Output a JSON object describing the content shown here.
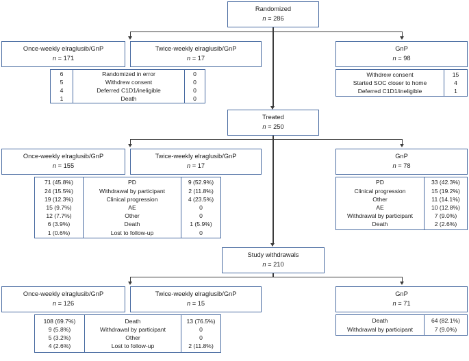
{
  "diagram": {
    "title": "CONSORT participant flow diagram",
    "accent_color": "#45689f",
    "connector_color": "#3b3b3b",
    "background": "#ffffff"
  },
  "nodes": {
    "randomized": {
      "label": "Randomized",
      "n": "n = 286"
    },
    "treated": {
      "label": "Treated",
      "n": "n = 250"
    },
    "withdrawals": {
      "label": "Study withdrawals",
      "n": "n = 210"
    },
    "row1": {
      "once_weekly": {
        "label": "Once-weekly elraglusib/GnP",
        "n": "n = 171"
      },
      "twice_weekly": {
        "label": "Twice-weekly elraglusib/GnP",
        "n": "n = 17"
      },
      "gnp": {
        "label": "GnP",
        "n": "n = 98"
      }
    },
    "row2": {
      "once_weekly": {
        "label": "Once-weekly elraglusib/GnP",
        "n": "n = 155"
      },
      "twice_weekly": {
        "label": "Twice-weekly elraglusib/GnP",
        "n": "n = 17"
      },
      "gnp": {
        "label": "GnP",
        "n": "n = 78"
      }
    },
    "row3": {
      "once_weekly": {
        "label": "Once-weekly elraglusib/GnP",
        "n": "n = 126"
      },
      "twice_weekly": {
        "label": "Twice-weekly elraglusib/GnP",
        "n": "n = 15"
      },
      "gnp": {
        "label": "GnP",
        "n": "n = 71"
      }
    }
  },
  "tables": {
    "row1_elraglusib": {
      "left_values": [
        "6",
        "5",
        "4",
        "1"
      ],
      "reasons": [
        "Randomized in error",
        "Withdrew consent",
        "Deferred C1D1/ineligible",
        "Death"
      ],
      "right_values": [
        "0",
        "0",
        "0",
        "0"
      ]
    },
    "row1_gnp": {
      "reasons": [
        "Withdrew consent",
        "Started SOC closer to home",
        "Deferred C1D1/ineligible"
      ],
      "values": [
        "15",
        "4",
        "1"
      ]
    },
    "row2_elraglusib": {
      "left_values": [
        "71 (45.8%)",
        "24 (15.5%)",
        "19 (12.3%)",
        "15 (9.7%)",
        "12 (7.7%)",
        "6 (3.9%)",
        "1 (0.6%)"
      ],
      "reasons": [
        "PD",
        "Withdrawal by participant",
        "Clinical progression",
        "AE",
        "Other",
        "Death",
        "Lost to follow-up"
      ],
      "right_values": [
        "9 (52.9%)",
        "2 (11.8%)",
        "4 (23.5%)",
        "0",
        "0",
        "1 (5.9%)",
        "0"
      ]
    },
    "row2_gnp": {
      "reasons": [
        "PD",
        "Clinical progression",
        "Other",
        "AE",
        "Withdrawal by participant",
        "Death"
      ],
      "values": [
        "33 (42.3%)",
        "15 (19.2%)",
        "11 (14.1%)",
        "10 (12.8%)",
        "7 (9.0%)",
        "2 (2.6%)"
      ]
    },
    "row3_elraglusib": {
      "left_values": [
        "108 (69.7%)",
        "9 (5.8%)",
        "5 (3.2%)",
        "4 (2.6%)"
      ],
      "reasons": [
        "Death",
        "Withdrawal by participant",
        "Other",
        "Lost to follow-up"
      ],
      "right_values": [
        "13 (76.5%)",
        "0",
        "0",
        "2 (11.8%)"
      ]
    },
    "row3_gnp": {
      "reasons": [
        "Death",
        "Withdrawal by participant"
      ],
      "values": [
        "64 (82.1%)",
        "7 (9.0%)"
      ]
    }
  }
}
